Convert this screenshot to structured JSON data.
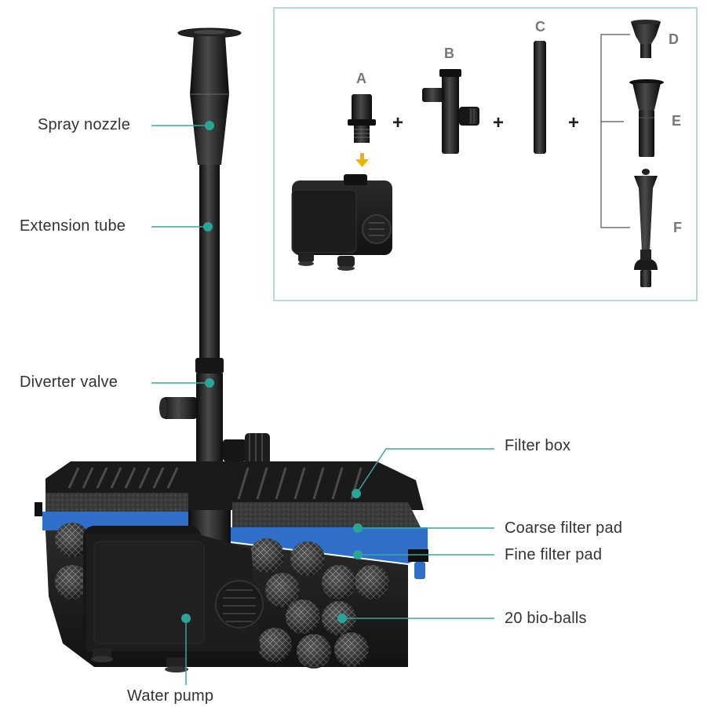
{
  "callouts": {
    "spray_nozzle": "Spray nozzle",
    "extension_tube": "Extension tube",
    "diverter_valve": "Diverter valve",
    "filter_box": "Filter box",
    "coarse_filter_pad": "Coarse filter pad",
    "fine_filter_pad": "Fine filter pad",
    "bio_balls": "20 bio-balls",
    "water_pump": "Water pump"
  },
  "parts": {
    "a": "A",
    "b": "B",
    "c": "C",
    "d": "D",
    "e": "E",
    "f": "F",
    "plus": "+"
  },
  "colors": {
    "leader": "#3aa69a",
    "dot": "#2aa597",
    "panel_border": "#9ccfc8",
    "plastic": "#1a1a1a",
    "coarse_pad": "#3a3a3a",
    "fine_pad": "#2f6fc9",
    "arrow": "#f0b400"
  }
}
